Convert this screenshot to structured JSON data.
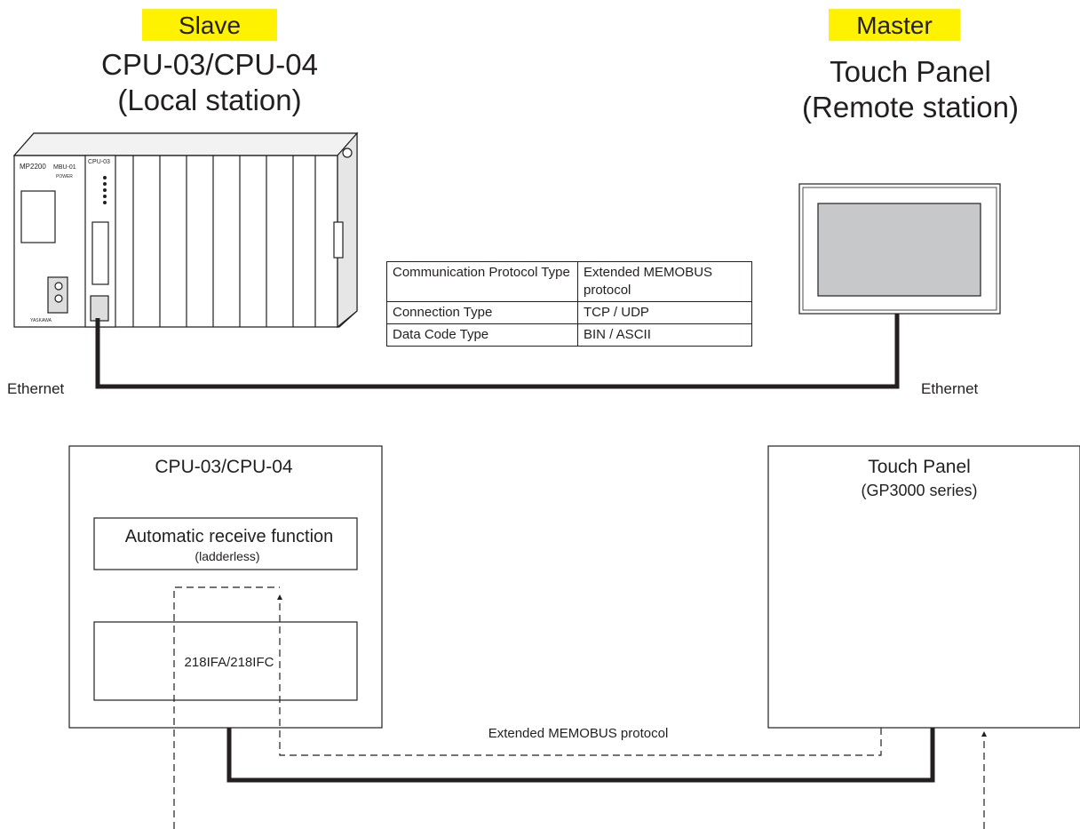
{
  "header": {
    "slave_tag": "Slave",
    "slave_model": "CPU-03/CPU-04",
    "slave_role": "(Local station)",
    "master_tag": "Master",
    "master_model": "Touch Panel",
    "master_role": "(Remote station)"
  },
  "device": {
    "brand": "MP2200",
    "base_unit": "MBU-01",
    "power_label": "POWER",
    "cpu_label": "CPU-03",
    "maker": "YASKAWA"
  },
  "table": {
    "rows": [
      {
        "label": "Communication Protocol Type",
        "value": "Extended MEMOBUS protocol"
      },
      {
        "label": "Connection Type",
        "value": "TCP / UDP"
      },
      {
        "label": "Data Code Type",
        "value": "BIN / ASCII"
      }
    ]
  },
  "ethernet": {
    "left": "Ethernet",
    "right": "Ethernet"
  },
  "slave_box": {
    "title": "CPU-03/CPU-04",
    "func_title": "Automatic receive function",
    "func_sub": "(ladderless)",
    "ifc_label": "218IFA/218IFC"
  },
  "master_box": {
    "title": "Touch Panel",
    "subtitle": "(GP3000 series)"
  },
  "link_label": "Extended MEMOBUS protocol",
  "colors": {
    "tag_highlight": "#fff200",
    "line": "#231f20",
    "screen": "#c7c8ca"
  }
}
